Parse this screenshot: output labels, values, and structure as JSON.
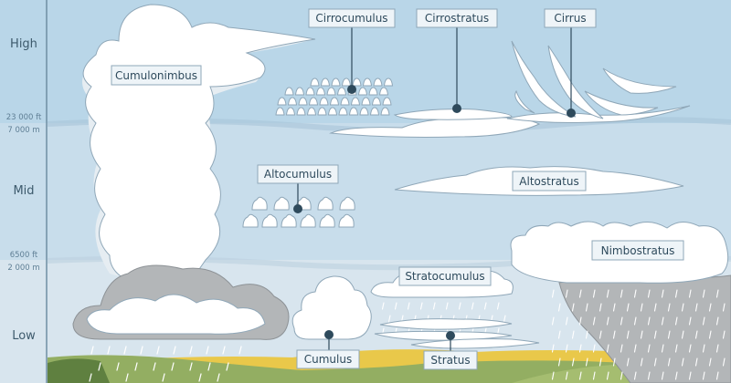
{
  "levels": {
    "high": "High",
    "mid": "Mid",
    "low": "Low"
  },
  "altitudes": {
    "high_ft": "23 000 ft",
    "high_m": "7 000 m",
    "mid_ft": "6500 ft",
    "mid_m": "2 000 m"
  },
  "clouds": {
    "cirrocumulus": "Cirrocumulus",
    "cirrostratus": "Cirrostratus",
    "cirrus": "Cirrus",
    "cumulonimbus": "Cumulonimbus",
    "altocumulus": "Altocumulus",
    "altostratus": "Altostratus",
    "nimbostratus": "Nimbostratus",
    "stratocumulus": "Stratocumulus",
    "cumulus": "Cumulus",
    "stratus": "Stratus"
  },
  "colors": {
    "sky_high": "#b9d6e8",
    "sky_mid": "#c8ddeb",
    "sky_low": "#d8e5ee",
    "storm_grey": "#b3b6b8",
    "ground_green": "#93ae62",
    "ground_yellow": "#e9c84a",
    "label_text": "#2e4a5c"
  }
}
